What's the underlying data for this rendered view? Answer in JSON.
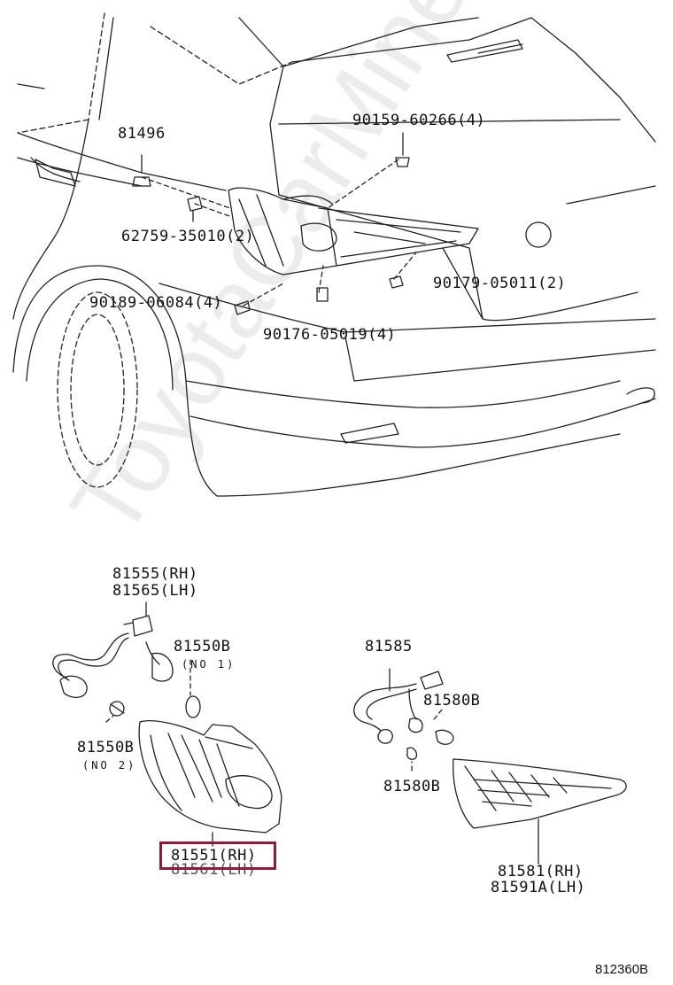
{
  "labels": {
    "p81496": "81496",
    "p90159": "90159-60266(4)",
    "p62759": "62759-35010(2)",
    "p90189": "90189-06084(4)",
    "p90176": "90176-05019(4)",
    "p90179": "90179-05011(2)",
    "p81555": "81555(RH)",
    "p81565": "81565(LH)",
    "p81550b_1": "81550B",
    "note_no1": "(NO 1)",
    "p81550b_2": "81550B",
    "note_no2": "(NO 2)",
    "p81551": "81551(RH)",
    "p81561": "81561(LH)",
    "p81585": "81585",
    "p81580b_1": "81580B",
    "p81580b_2": "81580B",
    "p81581": "81581(RH)",
    "p81591a": "81591A(LH)"
  },
  "doc_id": "812360B",
  "watermark": "ToyotaCarMine.ru",
  "colors": {
    "highlight": "#8b1c3a",
    "line": "#222222",
    "watermark": "#c8c8c8"
  }
}
